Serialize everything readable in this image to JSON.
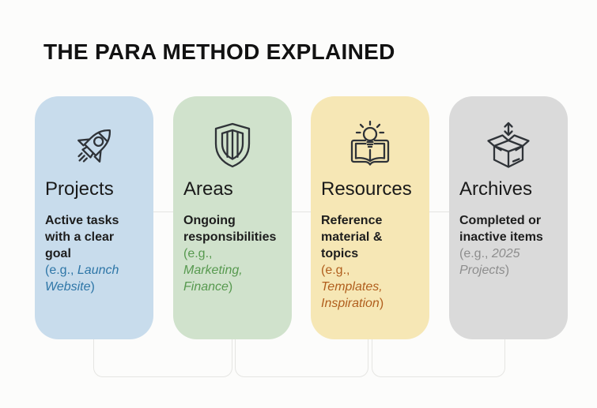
{
  "page": {
    "title": "THE PARA METHOD EXPLAINED"
  },
  "cards": [
    {
      "title": "Projects",
      "icon": "rocket-icon",
      "description": "Active tasks with a clear goal",
      "example_prefix": "(e.g., ",
      "example": "Launch Website",
      "example_suffix": ")",
      "card_color": "#c8dcec",
      "accent_color": "#2e76a7"
    },
    {
      "title": "Areas",
      "icon": "shield-icon",
      "description": "Ongoing responsibilities",
      "example_prefix": "(e.g., ",
      "example": "\nMarketing, Finance",
      "example_suffix": ")",
      "card_color": "#d0e2cc",
      "accent_color": "#57994f"
    },
    {
      "title": "Resources",
      "icon": "book-lightbulb-icon",
      "description": "Reference material & topics",
      "example_prefix": "(e.g., ",
      "example": "\nTemplates, Inspiration",
      "example_suffix": ")",
      "card_color": "#f6e7b5",
      "accent_color": "#b05e1d"
    },
    {
      "title": "Archives",
      "icon": "open-box-icon",
      "description": "Completed or inactive items",
      "example_prefix": "(e.g., ",
      "example": "2025 Projects",
      "example_suffix": ")",
      "card_color": "#dadada",
      "accent_color": "#8d8d8d"
    }
  ]
}
